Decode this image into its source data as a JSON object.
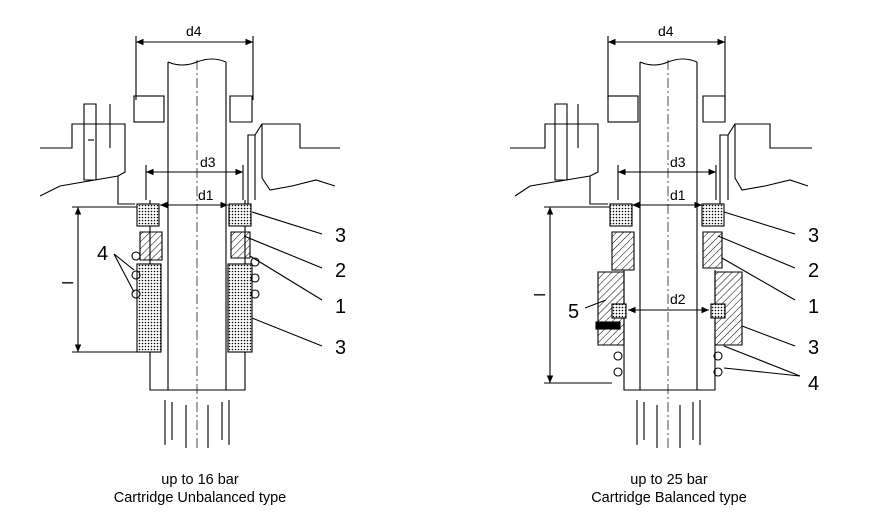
{
  "left_drawing": {
    "dims": {
      "d4": "d4",
      "d3": "d3",
      "d1": "d1"
    },
    "length_mark": "–",
    "callouts": {
      "a": "3",
      "b": "2",
      "c": "1",
      "d": "3",
      "e": "4"
    },
    "caption": {
      "line1": "up to 16 bar",
      "line2": "Cartridge Unbalanced type"
    }
  },
  "right_drawing": {
    "dims": {
      "d4": "d4",
      "d3": "d3",
      "d1": "d1",
      "d2": "d2"
    },
    "length_mark": "–",
    "callouts": {
      "a": "3",
      "b": "2",
      "c": "1",
      "d": "3",
      "e": "4",
      "f": "5"
    },
    "caption": {
      "line1": "up to 25 bar",
      "line2": "Cartridge Balanced type"
    }
  }
}
